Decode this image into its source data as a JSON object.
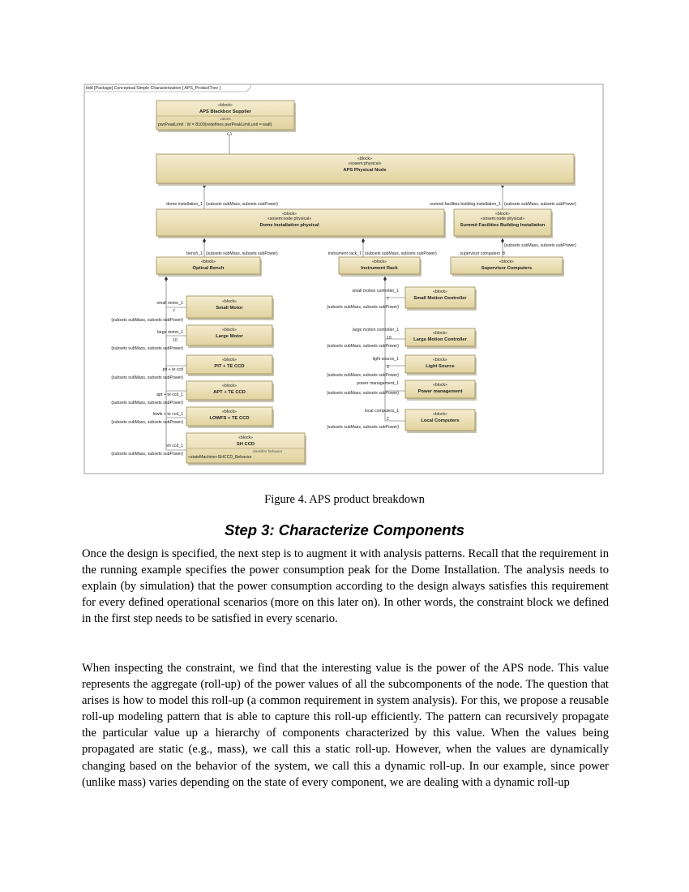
{
  "figure": {
    "frame_label": "bdd [Package] Conceptual Simple Characterization [ APS_ProductTree ]",
    "caption": "Figure 4. APS product breakdown",
    "blocks": {
      "supplier": {
        "stereo": "«block»",
        "name": "APS Blackbox Supplier",
        "values_header": "values",
        "value": "pwrPeakLimit : W = 8100{redefines pwrPeakLimit,unit = watt}"
      },
      "aps_node": {
        "stereo": "«block»",
        "stereo2": "«sosem:physical»",
        "name": "APS Physical Node"
      },
      "dome": {
        "stereo": "«block»",
        "stereo2": "«sosem:node physical»",
        "name": "Dome Installation physical"
      },
      "summit": {
        "stereo": "«block»",
        "stereo2": "«sosem:node physical»",
        "name": "Summit Facilities Building Installation"
      },
      "optical": {
        "stereo": "«block»",
        "name": "Optical Bench"
      },
      "rack": {
        "stereo": "«block»",
        "name": "Instrument Rack"
      },
      "supervisor": {
        "stereo": "«block»",
        "name": "Supervisor Computers"
      },
      "small_motor": {
        "stereo": "«block»",
        "name": "Small Motor"
      },
      "large_motor": {
        "stereo": "«block»",
        "name": "Large Motor"
      },
      "pit": {
        "stereo": "«block»",
        "name": "PIT + TE CCD"
      },
      "apt": {
        "stereo": "«block»",
        "name": "APT + TE CCD"
      },
      "lowfs": {
        "stereo": "«block»",
        "name": "LOWFS + TE CCD"
      },
      "sh": {
        "stereo": "«block»",
        "name": "SH CCD",
        "behavior_header": "classifier behavior",
        "behavior": "«stateMachine»SHCCD_Behavior"
      },
      "small_mc": {
        "stereo": "«block»",
        "name": "Small Motion Controller"
      },
      "large_mc": {
        "stereo": "«block»",
        "name": "Large Motion Controller"
      },
      "light": {
        "stereo": "«block»",
        "name": "Light Source"
      },
      "power": {
        "stereo": "«block»",
        "name": "Power management"
      },
      "local": {
        "stereo": "«block»",
        "name": "Local Computers"
      }
    },
    "labels": {
      "dome_role": "dome installation_1",
      "summit_role": "summit facilities building installation_1",
      "bench_role": "bench_1",
      "rack_role": "instrument rack_1",
      "supervisor_role": "supervisor computers",
      "supervisor_mult": "8",
      "small_motor_role": "small motor_1",
      "small_motor_mult": "7",
      "large_motor_role": "large motor_1",
      "large_motor_mult": "10",
      "pit_role": "pit + te ccd",
      "apt_role": "apt + te ccd_1",
      "lowfs_role": "lowfs + te ccd_1",
      "sh_role": "sh ccd_1",
      "small_mc_role": "small motion controller_1",
      "small_mc_mult": "7",
      "large_mc_role": "large motion controller_1",
      "large_mc_mult": "10",
      "light_role": "light source_1",
      "light_mult": "3",
      "power_role": "power management_1",
      "local_role": "local computers_1",
      "local_mult": "2",
      "subsets_braced": "{subsets subMass, subsets subPower}",
      "subsets_plain": "{subsets subMass, subsets subPower}"
    }
  },
  "section": {
    "heading": "Step 3: Characterize Components",
    "paragraphs": [
      "Once the design is specified, the next step is to augment it with analysis patterns. Recall that the requirement in the running example specifies the power consumption peak for the Dome Installation. The analysis needs to explain (by simulation) that the power consumption according to the design always satisfies this requirement for every defined operational scenarios (more on this later on). In other words, the constraint block we defined in the first step needs to be satisfied in every scenario.",
      "When inspecting the constraint, we find that the interesting value is the power of the APS node. This value represents the aggregate (roll-up) of the power values of all the subcomponents of the node. The question that arises is how to model this roll-up (a common requirement in system analysis). For this, we propose a reusable roll-up modeling pattern that is able to capture this roll-up efficiently. The pattern can recursively propagate the particular value up a hierarchy of components characterized by this value. When the values being propagated are static (e.g., mass), we call this a static roll-up. However, when the values are dynamically changing based on the behavior of the system, we call this a dynamic roll-up. In our example, since power (unlike mass) varies depending on the state of every component, we are dealing with a dynamic roll-up"
    ]
  }
}
